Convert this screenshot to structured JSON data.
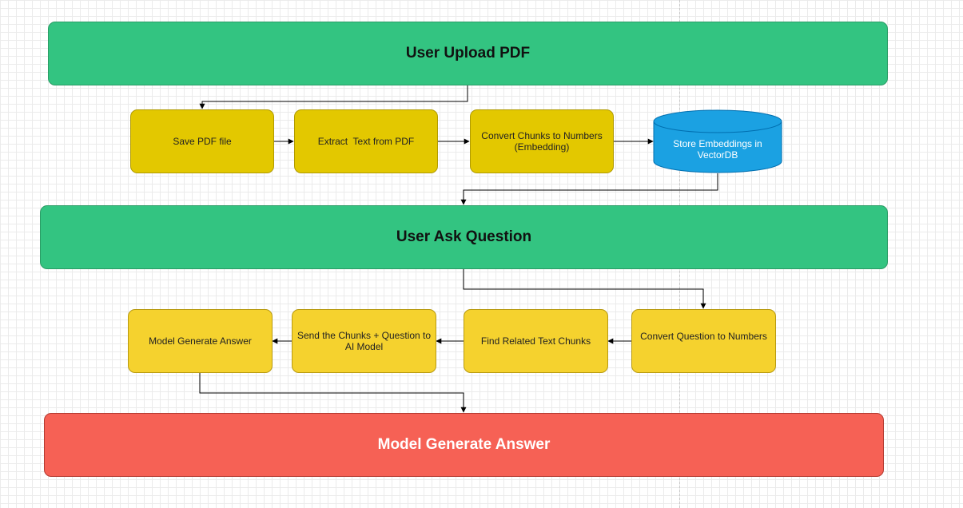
{
  "colors": {
    "banner_green": "#33c481",
    "banner_green_border": "#2a9c65",
    "step_yellow_dark": "#e3c800",
    "step_yellow_dark_border": "#b09a00",
    "step_yellow": "#f5d22e",
    "step_yellow_border": "#b89a10",
    "db_blue": "#1ba1e2",
    "db_blue_border": "#006eaf",
    "answer_red": "#f66155",
    "answer_red_border": "#b33a30"
  },
  "banners": {
    "upload": "User Upload PDF",
    "ask": "User Ask Question",
    "answer": "Model Generate Answer"
  },
  "ingest_steps": {
    "save": "Save PDF file",
    "extract": "Extract  Text from PDF",
    "embed": "Convert Chunks to Numbers (Embedding)",
    "store": "Store Embeddings in VectorDB"
  },
  "query_steps": {
    "convert": "Convert Question to Numbers",
    "find": "Find Related Text Chunks",
    "send": "Send the Chunks + Question to AI Model",
    "generate": "Model Generate Answer"
  }
}
